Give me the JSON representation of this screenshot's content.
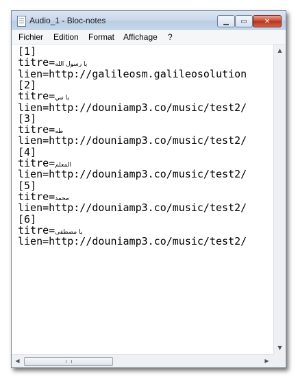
{
  "window": {
    "title": "Audio_1 - Bloc-notes",
    "controls": {
      "minimize": "▁",
      "maximize": "▭",
      "close": "✕"
    }
  },
  "menu": [
    "Fichier",
    "Edition",
    "Format",
    "Affichage",
    "?"
  ],
  "content": {
    "lines": [
      {
        "text": "[1]"
      },
      {
        "text": "titre=",
        "arabic": "يا رسول الله"
      },
      {
        "text": "lien=http://galileosm.galileosolution"
      },
      {
        "text": "[2]"
      },
      {
        "text": "titre=",
        "arabic": "يا نبي"
      },
      {
        "text": "lien=http://douniamp3.co/music/test2/"
      },
      {
        "text": "[3]"
      },
      {
        "text": "titre=",
        "arabic": "طه"
      },
      {
        "text": "lien=http://douniamp3.co/music/test2/"
      },
      {
        "text": "[4]"
      },
      {
        "text": "titre=",
        "arabic": "المعلم"
      },
      {
        "text": "lien=http://douniamp3.co/music/test2/"
      },
      {
        "text": "[5]"
      },
      {
        "text": "titre=",
        "arabic": "محمد"
      },
      {
        "text": "lien=http://douniamp3.co/music/test2/"
      },
      {
        "text": "[6]"
      },
      {
        "text": "titre=",
        "arabic": "يا مصطفى"
      },
      {
        "text": "lien=http://douniamp3.co/music/test2/"
      }
    ]
  },
  "scrollbars": {
    "up": "▲",
    "down": "▼",
    "left": "◀",
    "right": "▶"
  }
}
